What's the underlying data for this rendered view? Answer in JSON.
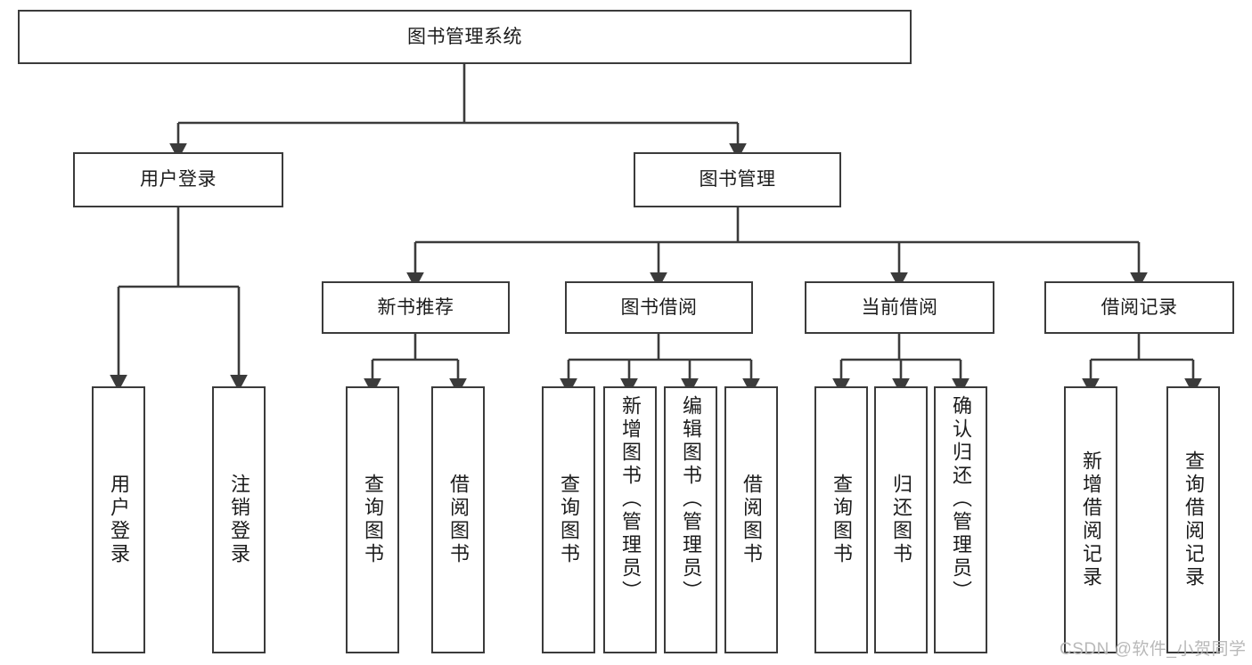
{
  "diagram": {
    "type": "tree-hierarchy-chart",
    "title": "图书管理系统",
    "background_color": "#ffffff",
    "line_color": "#3b3b3b",
    "text_color": "#1c1c1c"
  },
  "nodes": {
    "root": {
      "label": "图书管理系统"
    },
    "level1": [
      {
        "id": "user-login",
        "label": "用户登录"
      },
      {
        "id": "book-manage",
        "label": "图书管理"
      }
    ],
    "level2": [
      {
        "id": "new-book-recommend",
        "label": "新书推荐"
      },
      {
        "id": "book-borrow",
        "label": "图书借阅"
      },
      {
        "id": "current-borrow",
        "label": "当前借阅"
      },
      {
        "id": "borrow-record",
        "label": "借阅记录"
      }
    ],
    "leaves": {
      "user_login": [
        {
          "id": "leaf-user-login",
          "label": "用户登录"
        },
        {
          "id": "leaf-logout-login",
          "label": "注销登录"
        }
      ],
      "new_book_recommend": [
        {
          "id": "leaf-query-book-1",
          "label": "查询图书"
        },
        {
          "id": "leaf-borrow-book-1",
          "label": "借阅图书"
        }
      ],
      "book_borrow": [
        {
          "id": "leaf-query-book-2",
          "label": "查询图书"
        },
        {
          "id": "leaf-add-book",
          "label": "新增图书（管理员）"
        },
        {
          "id": "leaf-edit-book",
          "label": "编辑图书（管理员）"
        },
        {
          "id": "leaf-borrow-book-2",
          "label": "借阅图书"
        }
      ],
      "current_borrow": [
        {
          "id": "leaf-query-book-3",
          "label": "查询图书"
        },
        {
          "id": "leaf-return-book",
          "label": "归还图书"
        },
        {
          "id": "leaf-confirm-return",
          "label": "确认归还（管理员）"
        }
      ],
      "borrow_record": [
        {
          "id": "leaf-add-record",
          "label": "新增借阅记录"
        },
        {
          "id": "leaf-query-record",
          "label": "查询借阅记录"
        }
      ]
    }
  },
  "watermark": {
    "text": "CSDN @软件_小贺同学"
  }
}
